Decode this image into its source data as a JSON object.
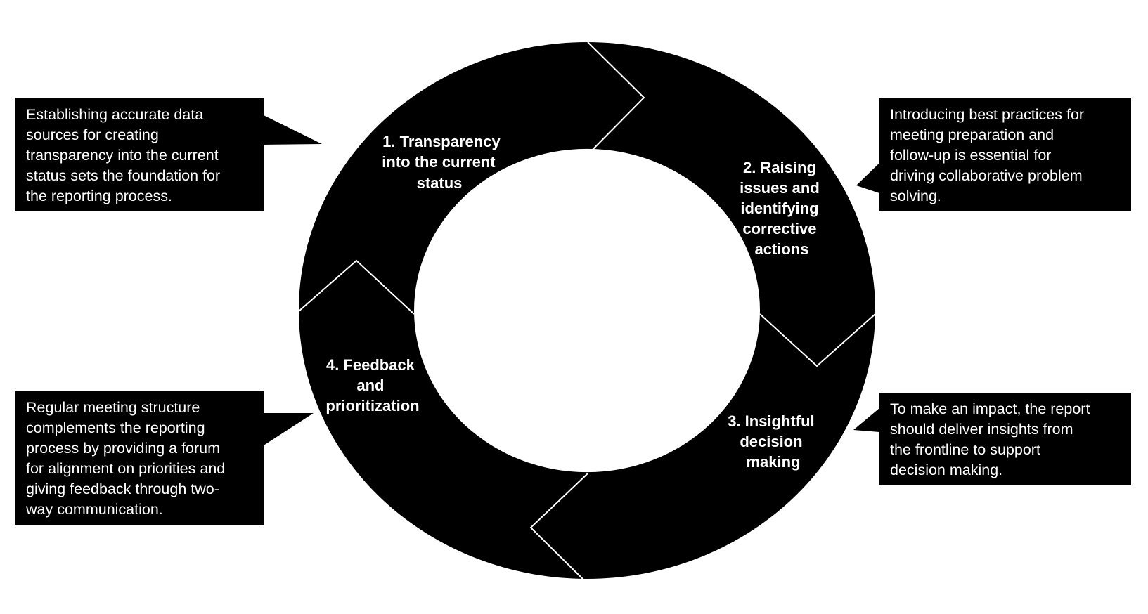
{
  "diagram": {
    "colors": {
      "segment_fill": "#000000",
      "divider": "#ffffff",
      "callout_fill": "#000000",
      "text": "#ffffff"
    },
    "segments": [
      {
        "lines": [
          "1. Transparency",
          "into the current",
          "status"
        ]
      },
      {
        "lines": [
          "2. Raising",
          "issues and",
          "identifying",
          "corrective",
          "actions"
        ]
      },
      {
        "lines": [
          "3. Insightful",
          "decision",
          "making"
        ]
      },
      {
        "lines": [
          "4. Feedback",
          "and",
          "prioritization"
        ]
      }
    ],
    "callouts": [
      {
        "lines": [
          "Establishing accurate data",
          "sources for creating",
          "transparency into the current",
          "status sets the foundation for",
          "the reporting process."
        ]
      },
      {
        "lines": [
          "Introducing best practices for",
          "meeting preparation and",
          "follow-up is essential for",
          "driving collaborative problem",
          "solving."
        ]
      },
      {
        "lines": [
          "To make an impact, the report",
          "should deliver insights from",
          "the frontline to support",
          "decision making."
        ]
      },
      {
        "lines": [
          "Regular meeting structure",
          "complements the reporting",
          "process by providing a forum",
          "for alignment on priorities and",
          "giving feedback through two-",
          "way communication."
        ]
      }
    ]
  }
}
